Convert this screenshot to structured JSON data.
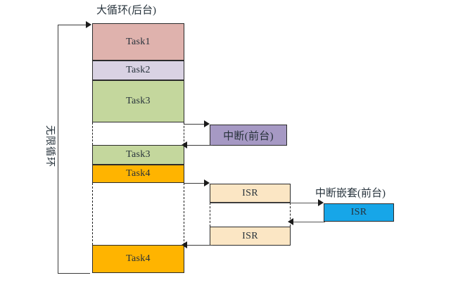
{
  "diagram": {
    "title_main": "大循环(后台)",
    "loop_label": "无限循环",
    "foreground_label": "中断(前台)",
    "nested_label": "中断嵌套(前台)",
    "colors": {
      "task1": "#dfb2ad",
      "task2": "#d9d2e3",
      "task3": "#c4d79d",
      "task4": "#ffb400",
      "interrupt": "#a699c4",
      "isr": "#fbe6c4",
      "isr_nested": "#17a6e8",
      "stroke": "#2b2b2b",
      "text": "#28343d"
    },
    "background_column": {
      "name": "大循环(后台)",
      "blocks": [
        {
          "label": "Task1",
          "color_key": "task1",
          "kind": "task"
        },
        {
          "label": "Task2",
          "color_key": "task2",
          "kind": "task"
        },
        {
          "label": "Task3",
          "color_key": "task3",
          "kind": "task"
        },
        {
          "label": "",
          "color_key": "none",
          "kind": "suspended-gap"
        },
        {
          "label": "Task3",
          "color_key": "task3",
          "kind": "task"
        },
        {
          "label": "Task4",
          "color_key": "task4",
          "kind": "task"
        },
        {
          "label": "",
          "color_key": "none",
          "kind": "suspended-gap"
        },
        {
          "label": "Task4",
          "color_key": "task4",
          "kind": "task"
        }
      ]
    },
    "foreground_column": {
      "name": "中断(前台)",
      "blocks": [
        {
          "label": "中断(前台)",
          "color_key": "interrupt",
          "kind": "interrupt"
        }
      ]
    },
    "isr_column": {
      "blocks": [
        {
          "label": "ISR",
          "color_key": "isr",
          "kind": "isr"
        },
        {
          "label": "",
          "color_key": "none",
          "kind": "suspended-gap"
        },
        {
          "label": "ISR",
          "color_key": "isr",
          "kind": "isr"
        }
      ]
    },
    "nested_column": {
      "name": "中断嵌套(前台)",
      "blocks": [
        {
          "label": "ISR",
          "color_key": "isr_nested",
          "kind": "isr-nested"
        }
      ]
    },
    "transitions": [
      {
        "from": "Task3",
        "to": "中断(前台)",
        "direction": "right"
      },
      {
        "from": "中断(前台)",
        "to": "Task3",
        "direction": "left"
      },
      {
        "from": "Task4",
        "to": "ISR",
        "direction": "right"
      },
      {
        "from": "ISR",
        "to": "ISR(嵌套)",
        "direction": "right"
      },
      {
        "from": "ISR(嵌套)",
        "to": "ISR",
        "direction": "left"
      },
      {
        "from": "ISR",
        "to": "Task4",
        "direction": "left"
      }
    ]
  }
}
